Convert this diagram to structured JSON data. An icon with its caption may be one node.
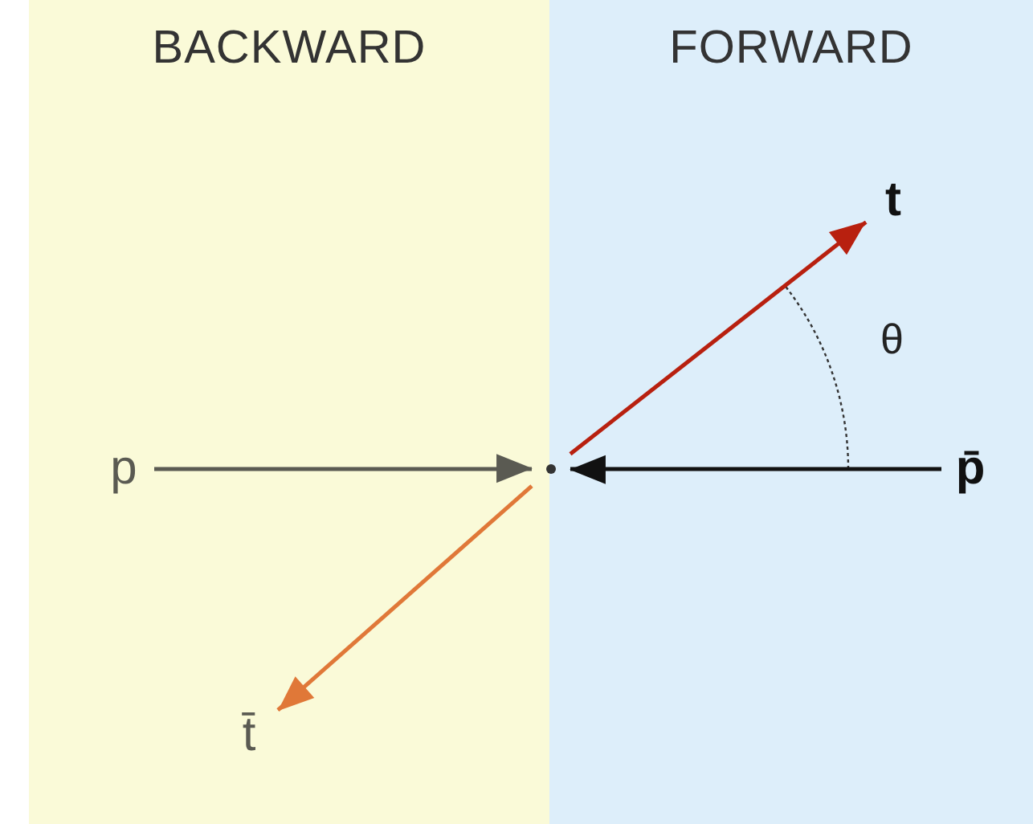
{
  "diagram": {
    "nodes": [
      {
        "text": [
          "BACKWARD"
        ]
      },
      {
        "text": [
          "FORWARD"
        ]
      },
      {
        "text": [
          "t"
        ],
        "in": 1
      },
      {
        "text": [
          "p"
        ],
        "in": 0
      },
      {
        "text": [],
        "shape": "circle"
      },
      {
        "text": [
          "p̄"
        ],
        "in": 1
      },
      {
        "text": [
          "t̄"
        ],
        "in": 0
      }
    ],
    "edges": [
      {
        "from": 3,
        "to": 4,
        "arrow": "to",
        "color": "#5a5a52"
      },
      {
        "from": 5,
        "to": 4,
        "arrow": "to",
        "color": "#111111"
      },
      {
        "from": 4,
        "to": 2,
        "arrow": "to",
        "color": "#b8200f"
      },
      {
        "from": 4,
        "to": 6,
        "arrow": "to",
        "color": "#e07838"
      }
    ],
    "labels": [
      "θ"
    ]
  }
}
